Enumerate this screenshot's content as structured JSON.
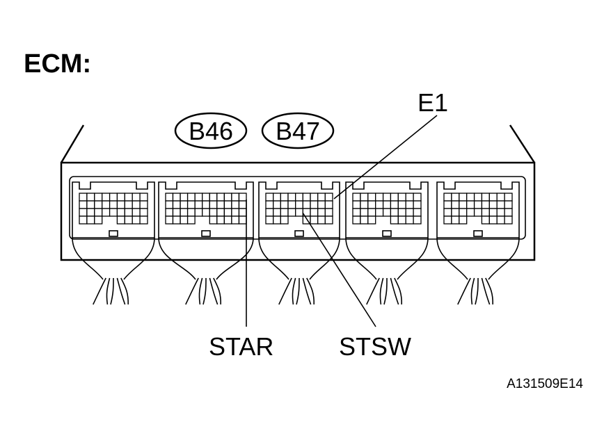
{
  "title": "ECM:",
  "connectors": [
    {
      "id": "B46"
    },
    {
      "id": "B47"
    }
  ],
  "callouts": {
    "e1": "E1",
    "star": "STAR",
    "stsw": "STSW"
  },
  "figure_ref": "A131509E14",
  "colors": {
    "line": "#000000",
    "background": "#ffffff"
  }
}
